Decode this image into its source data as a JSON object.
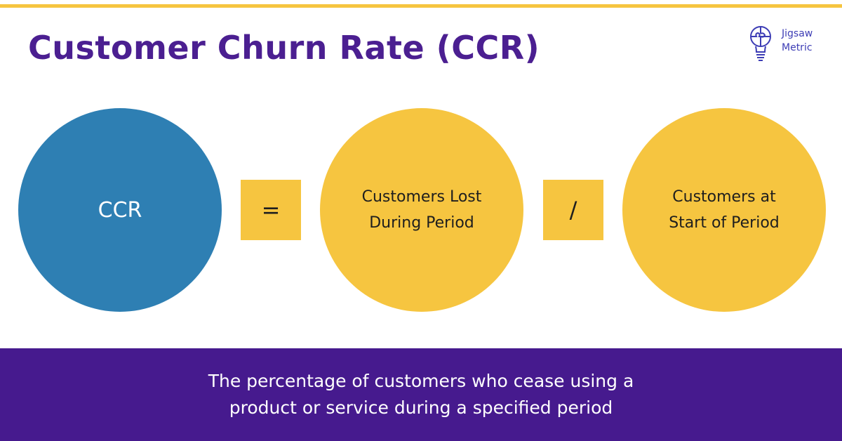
{
  "colors": {
    "accent_yellow": "#F6C540",
    "title_purple": "#4B1F91",
    "circle_blue": "#2E7FB3",
    "footer_purple": "#461A8E",
    "logo_blue": "#3D3DB5"
  },
  "header": {
    "title": "Customer Churn Rate (CCR)"
  },
  "logo": {
    "icon": "lightbulb-puzzle-icon",
    "line1": "Jigsaw",
    "line2": "Metric"
  },
  "formula": {
    "result": {
      "label": "CCR"
    },
    "operator1": "=",
    "numerator": {
      "line1": "Customers Lost",
      "line2": "During Period"
    },
    "operator2": "/",
    "denominator": {
      "line1": "Customers at",
      "line2": "Start of Period"
    }
  },
  "footer": {
    "line1": "The percentage of customers who cease using a",
    "line2": "product or service during a specified period"
  }
}
